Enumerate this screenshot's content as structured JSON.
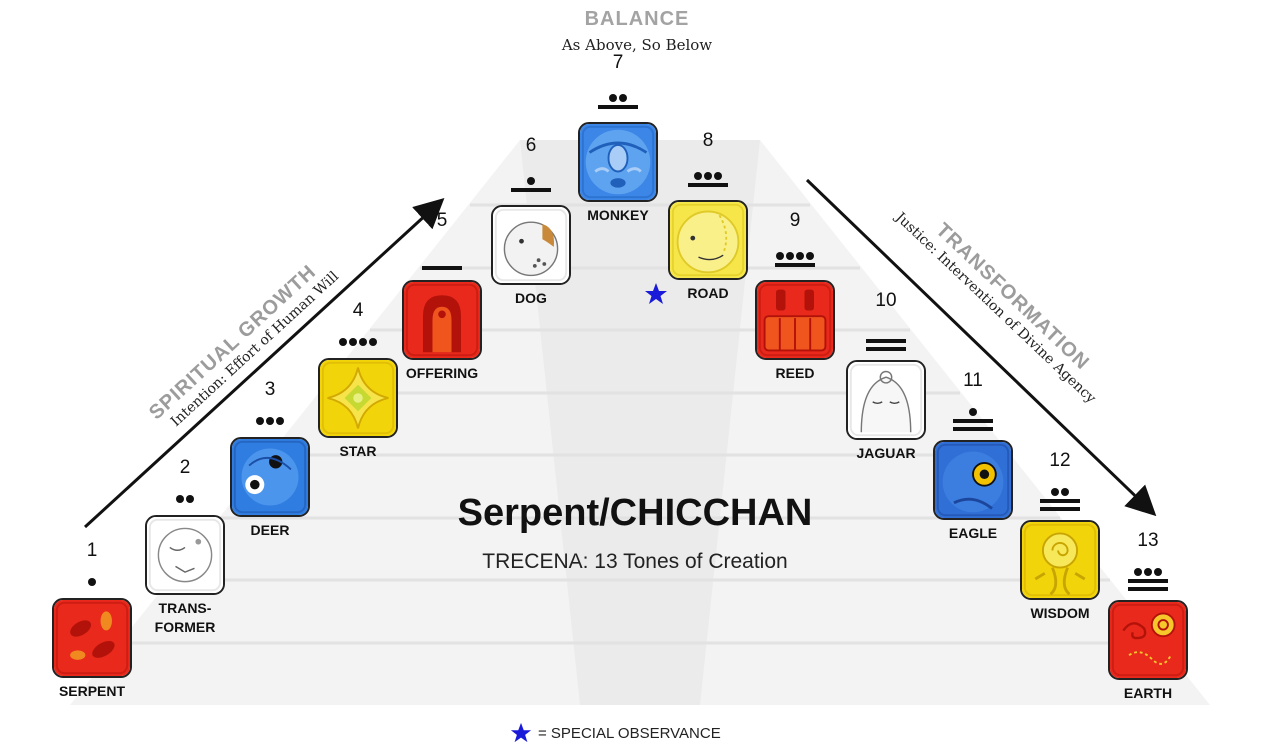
{
  "header": {
    "title": "BALANCE",
    "subtitle": "As Above, So Below"
  },
  "left_diagonal": {
    "title": "SPIRITUAL GROWTH",
    "subtitle": "Intention: Effort of Human Will"
  },
  "right_diagonal": {
    "title": "TRANSFORMATION",
    "subtitle": "Justice: Intervention of Divine Agency"
  },
  "main": {
    "title": "Serpent/CHICCHAN",
    "subtitle": "TRECENA: 13 Tones of Creation"
  },
  "legend": {
    "text": "= SPECIAL OBSERVANCE",
    "icon": "blue-star-icon",
    "color": "#1a1ad9"
  },
  "tones": [
    {
      "number": "1",
      "dots": 1,
      "bars": 0,
      "label": "SERPENT",
      "icon": "serpent-glyph",
      "color": "#e8291b",
      "special": false
    },
    {
      "number": "2",
      "dots": 2,
      "bars": 0,
      "label": "TRANS-\nFORMER",
      "icon": "transformer-glyph",
      "color": "#ffffff",
      "special": false
    },
    {
      "number": "3",
      "dots": 3,
      "bars": 0,
      "label": "DEER",
      "icon": "deer-glyph",
      "color": "#2f7de0",
      "special": false
    },
    {
      "number": "4",
      "dots": 4,
      "bars": 0,
      "label": "STAR",
      "icon": "star-glyph",
      "color": "#f2d40a",
      "special": false
    },
    {
      "number": "5",
      "dots": 0,
      "bars": 1,
      "label": "OFFERING",
      "icon": "offering-glyph",
      "color": "#e8291b",
      "special": false
    },
    {
      "number": "6",
      "dots": 1,
      "bars": 1,
      "label": "DOG",
      "icon": "dog-glyph",
      "color": "#ffffff",
      "special": false
    },
    {
      "number": "7",
      "dots": 2,
      "bars": 1,
      "label": "MONKEY",
      "icon": "monkey-glyph",
      "color": "#3b86e6",
      "special": false
    },
    {
      "number": "8",
      "dots": 3,
      "bars": 1,
      "label": "ROAD",
      "icon": "road-glyph",
      "color": "#f6e64a",
      "special": true
    },
    {
      "number": "9",
      "dots": 4,
      "bars": 1,
      "label": "REED",
      "icon": "reed-glyph",
      "color": "#e8291b",
      "special": false
    },
    {
      "number": "10",
      "dots": 0,
      "bars": 2,
      "label": "JAGUAR",
      "icon": "jaguar-glyph",
      "color": "#ffffff",
      "special": false
    },
    {
      "number": "11",
      "dots": 1,
      "bars": 2,
      "label": "EAGLE",
      "icon": "eagle-glyph",
      "color": "#2f6fd6",
      "special": false
    },
    {
      "number": "12",
      "dots": 2,
      "bars": 2,
      "label": "WISDOM",
      "icon": "wisdom-glyph",
      "color": "#f2d40a",
      "special": false
    },
    {
      "number": "13",
      "dots": 3,
      "bars": 2,
      "label": "EARTH",
      "icon": "earth-glyph",
      "color": "#e8291b",
      "special": false
    }
  ]
}
